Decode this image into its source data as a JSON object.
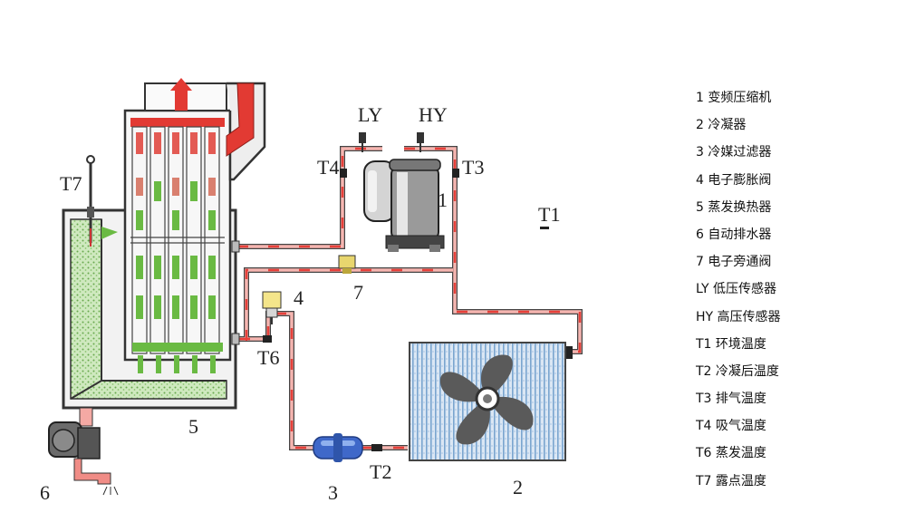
{
  "labels": {
    "ly": "LY",
    "hy": "HY",
    "t1": "T1",
    "t2": "T2",
    "t3": "T3",
    "t4": "T4",
    "t6": "T6",
    "t7": "T7",
    "n1": "1",
    "n2": "2",
    "n3": "3",
    "n4": "4",
    "n5": "5",
    "n6": "6",
    "n7": "7"
  },
  "legend": [
    "1 变频压缩机",
    "2 冷凝器",
    "3 冷媒过滤器",
    "4 电子膨胀阀",
    "5 蒸发换热器",
    "6 自动排水器",
    "7 电子旁通阀",
    "LY 低压传感器",
    "HY 高压传感器",
    "T1 环境温度",
    "T2 冷凝后温度",
    "T3 排气温度",
    "T4 吸气温度",
    "T6 蒸发温度",
    "T7 露点温度"
  ],
  "colors": {
    "pipe_red": "#e8403a",
    "pipe_pink": "#f6b5b0",
    "hot_air": "#e23a33",
    "cool_air": "#6aba43",
    "water_fill": "#a9d88e",
    "condenser_blue": "#7aa5cf",
    "fan_gray": "#555555",
    "filter_blue": "#3f68c9"
  }
}
